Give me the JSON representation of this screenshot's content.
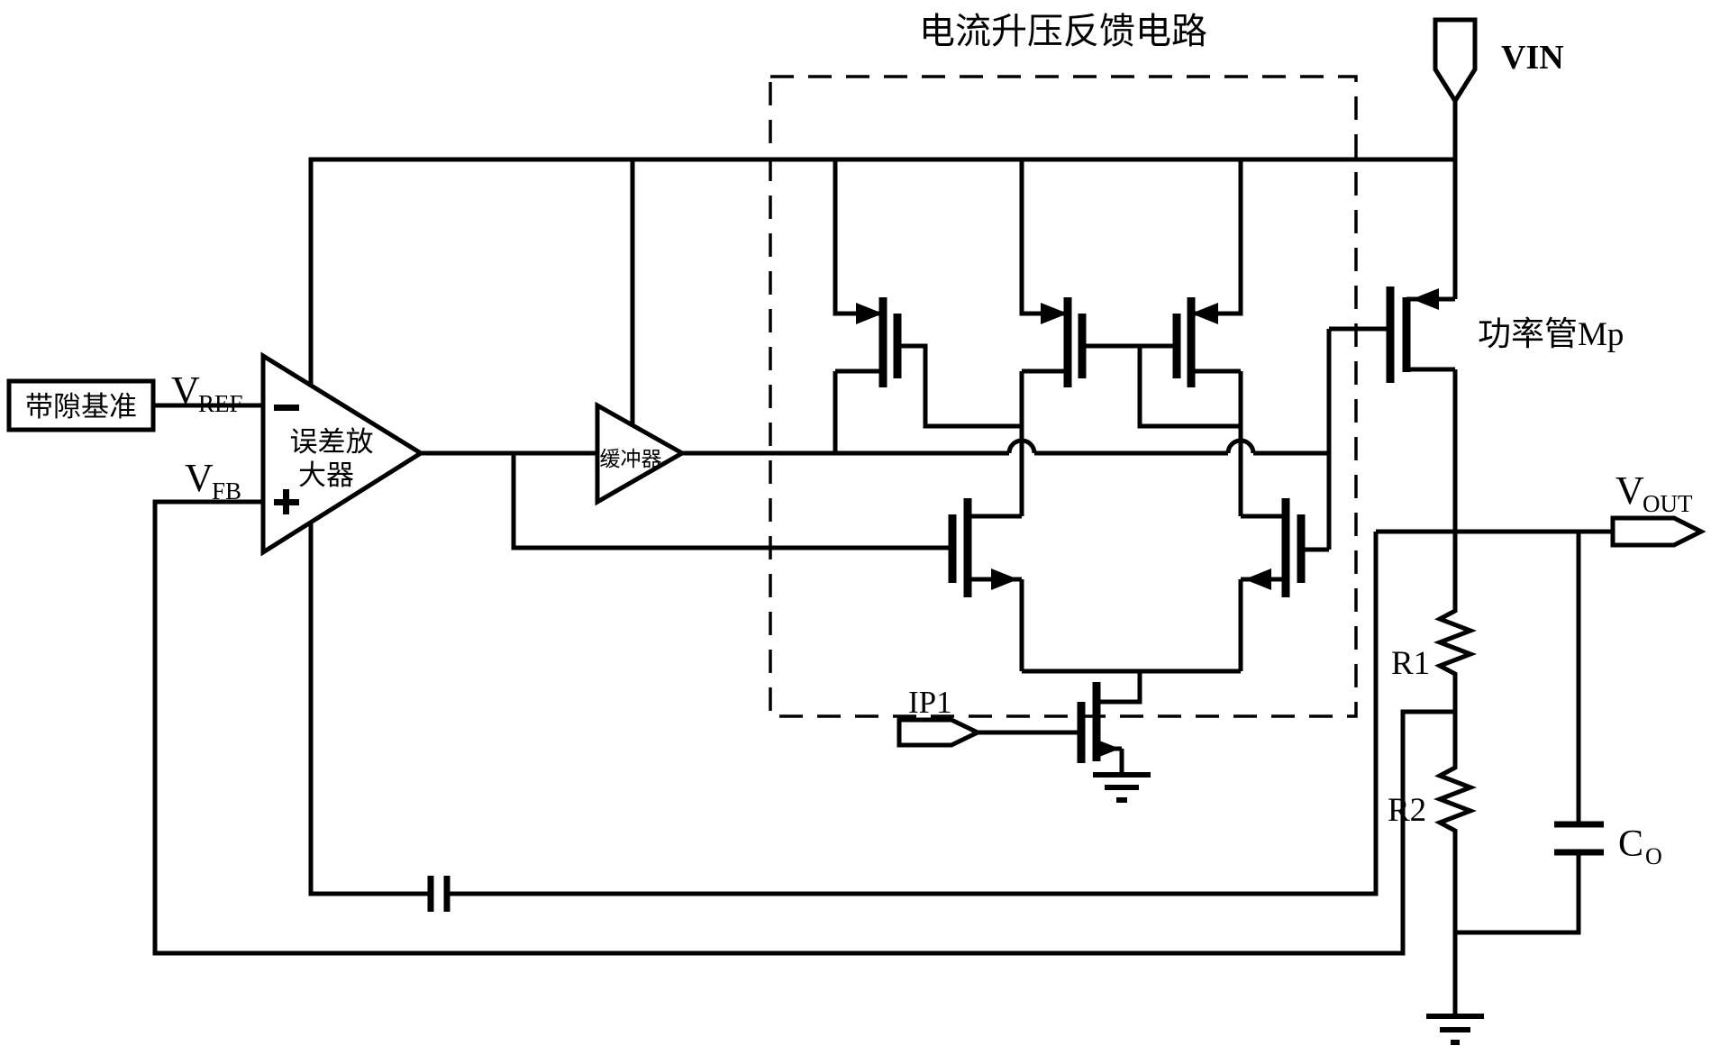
{
  "diagram": {
    "title": "电流升压反馈电路",
    "terminals": {
      "vin": "VIN",
      "vout_main": "V",
      "vout_sub": "OUT",
      "ip1": "IP1"
    },
    "inputs": {
      "vref_main": "V",
      "vref_sub": "REF",
      "vfb_main": "V",
      "vfb_sub": "FB"
    },
    "blocks": {
      "bandgap": "带隙基准",
      "error_amp_line1": "误差放",
      "error_amp_line2": "大器",
      "buffer": "缓冲器",
      "power_fet": "功率管Mp"
    },
    "passives": {
      "r1": "R1",
      "r2": "R2",
      "co_main": "C",
      "co_sub": "O"
    }
  }
}
